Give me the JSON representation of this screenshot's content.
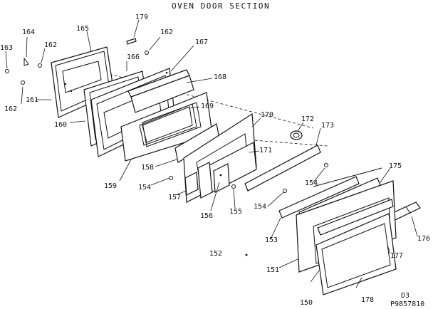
{
  "title": "OVEN DOOR SECTION",
  "part_labels": {
    "p163": "163",
    "p164": "164",
    "p162a": "162",
    "p165": "165",
    "p179": "179",
    "p162b": "162",
    "p166": "166",
    "p167": "167",
    "p161": "161",
    "p162c": "162",
    "p168": "168",
    "p160": "160",
    "p169": "169",
    "p170": "170",
    "p172": "172",
    "p173": "173",
    "p158": "158",
    "p171": "171",
    "p159": "159",
    "p154a": "154",
    "p157": "157",
    "p154b": "154",
    "p156": "156",
    "p155": "155",
    "p154c": "154",
    "p175": "175",
    "p153": "153",
    "p176": "176",
    "p152": "152",
    "p177": "177",
    "p151": "151",
    "p150": "150",
    "p178": "178"
  },
  "sheet_code": "D3",
  "drawing_number": "P9857810"
}
